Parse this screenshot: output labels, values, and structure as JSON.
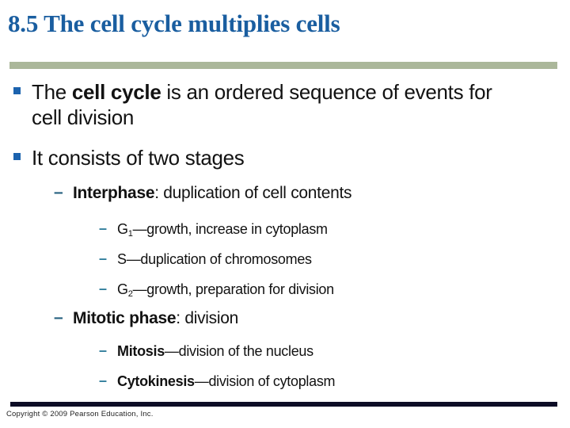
{
  "slide": {
    "title": "8.5 The cell cycle multiplies cells",
    "copyright": "Copyright © 2009 Pearson Education, Inc.",
    "colors": {
      "title_blue": "#1A5EA0",
      "bullet_square_blue": "#1C63AE",
      "dash_level2": "#25607F",
      "dash_level3": "#2F7D9B",
      "divider_sage": "#ABB79A",
      "footer_bar_dark": "#0D0D26",
      "body_text": "#121212"
    },
    "glyphs": {
      "dash": "–"
    },
    "bullets": {
      "b1": {
        "pre": "The ",
        "bold": "cell cycle",
        "post": " is an ordered sequence of events for cell division"
      },
      "b2": "It consists of two stages",
      "interphase": {
        "bold": "Interphase",
        "rest": ": duplication of cell contents"
      },
      "g1": {
        "lead": "G",
        "sub": "1",
        "rest": "—growth, increase in cytoplasm"
      },
      "s": {
        "lead": "S",
        "sub": "",
        "rest": "—duplication of chromosomes"
      },
      "g2": {
        "lead": "G",
        "sub": "2",
        "rest": "—growth, preparation for division"
      },
      "mitotic": {
        "bold": "Mitotic phase",
        "rest": ": division"
      },
      "mitosis": {
        "bold": "Mitosis",
        "rest": "—division of the nucleus"
      },
      "cytokinesis": {
        "bold": "Cytokinesis",
        "rest": "—division of cytoplasm"
      }
    }
  }
}
